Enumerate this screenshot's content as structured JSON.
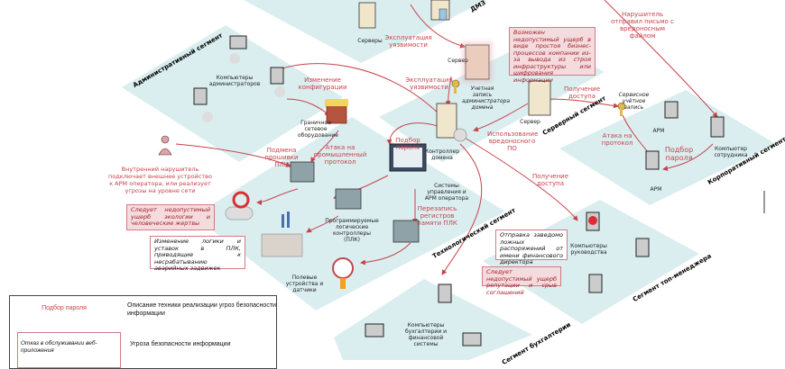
{
  "segments": {
    "admin": "Административный сегмент",
    "dmz": "ДМЗ",
    "server": "Серверный сегмент",
    "corporate": "Корпоративный сегмент",
    "tech": "Технологический сегмент",
    "top": "Сегмент топ-менеджера",
    "accounting": "Сегмент бухгалтерии"
  },
  "nodes": {
    "admin_pcs": "Компьютеры администраторов",
    "servers": "Серверы",
    "dmz_server": "Сервер",
    "server_seg": "Сервер",
    "dc": "Контроллер домена",
    "admin_account": "Учетная запись администратора домена",
    "service_account": "Сервисное учётное запись",
    "firewall": "Граничное сетевое оборудование",
    "scada": "Системы управления и АРМ оператора",
    "plc": "Программируемые логические контроллеры (ПЛК)",
    "field": "Полевые устройства и датчики",
    "arm1": "АРМ",
    "arm2": "АРМ",
    "employee_pc": "Компьютер сотрудника",
    "mgmt_pcs": "Компьютеры руководства",
    "acc_pcs": "Компьютеры бухгалтерии и финансовой системы"
  },
  "techniques": {
    "exploit1": "Эксплуатация уязвимости",
    "exploit2": "Эксплуатация уязвимости",
    "config_change": "Изменение конфигурации",
    "firmware": "Подмена прошивки ПЛК",
    "protocol_attack": "Атака на промышленный протокол",
    "brute_scada": "Подбор пароля",
    "rewrite_regs": "Перезапись регистров памяти ПЛК",
    "malware": "Использование вредоносного ПО",
    "access1": "Получение доступа",
    "access2": "Получение доступа",
    "protocol_attack2": "Атака на протокол",
    "brute_corp": "Подбор пароля",
    "email": "Нарушитель отправил письмо с вредоносным файлом",
    "insider": "Внутренний нарушитель подключает внешнее устройство к АРМ оператора, или реализует угрозы на уровне сети"
  },
  "damages": {
    "business": "Возможен недопустимый ущерб в виде простоя бизнес-процессов компании из-за вывода из строя инфраструктуры или шифрования информации",
    "ecology": "Следует недопустимый ущерб экологии и человеческие жертвы",
    "reputation": "Следует недопустимый ущерб репутации и срыв соглашений"
  },
  "threats": {
    "plc_logic": "Изменение логики и уставок в ПЛК, приводящие к несрабатыванию аварийных задвижек",
    "false_orders": "Отправка заведомо ложных распоряжений от имени финансового директора"
  },
  "legend": {
    "technique_sample": "Подбор пароля",
    "technique_desc": "Описание техники реализации угроз безопасности информации",
    "threat_sample": "Отказ в обслуживании веб-приложения",
    "threat_desc": "Угроза безопасности информации"
  }
}
